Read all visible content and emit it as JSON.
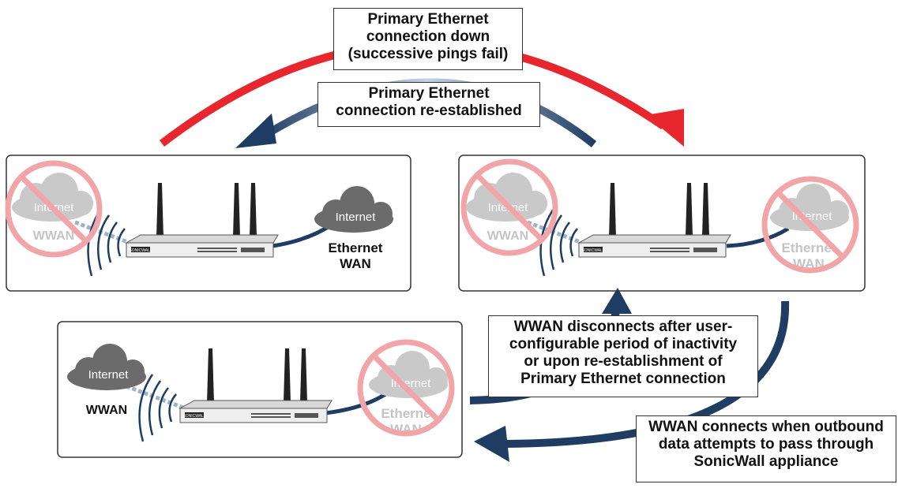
{
  "captions": {
    "eth_down": [
      "Primary Ethernet",
      "connection down",
      "(successive pings fail)"
    ],
    "eth_reestablished": [
      "Primary Ethernet",
      "connection re-established"
    ],
    "wwan_disconnects": [
      "WWAN disconnects after user-",
      "configurable period of inactivity",
      "or upon re-establishment of",
      "Primary Ethernet connection"
    ],
    "wwan_connects": [
      "WWAN connects when outbound",
      "data attempts to pass through",
      "SonicWall appliance"
    ]
  },
  "panels": {
    "top_left": {
      "wwan_cloud": "Internet",
      "wwan_label": "WWAN",
      "eth_cloud": "Internet",
      "eth_label": [
        "Ethernet",
        "WAN"
      ]
    },
    "top_right": {
      "wwan_cloud": "Internet",
      "wwan_label": "WWAN",
      "eth_cloud": "Internet",
      "eth_label": [
        "Ethernet",
        "WAN"
      ]
    },
    "bottom": {
      "wwan_cloud": "Internet",
      "wwan_label": "WWAN",
      "eth_cloud": "Internet",
      "eth_label": [
        "Etherne",
        "WAN"
      ]
    }
  },
  "appliance_brand": "SONICWALL",
  "colors": {
    "red_arrow": "#e8262d",
    "blue_arrow": "#1f3d63",
    "cloud_dark": "#6b6b6b",
    "cloud_light": "#c9c9c9",
    "no_symbol": "#f2a5a8"
  }
}
